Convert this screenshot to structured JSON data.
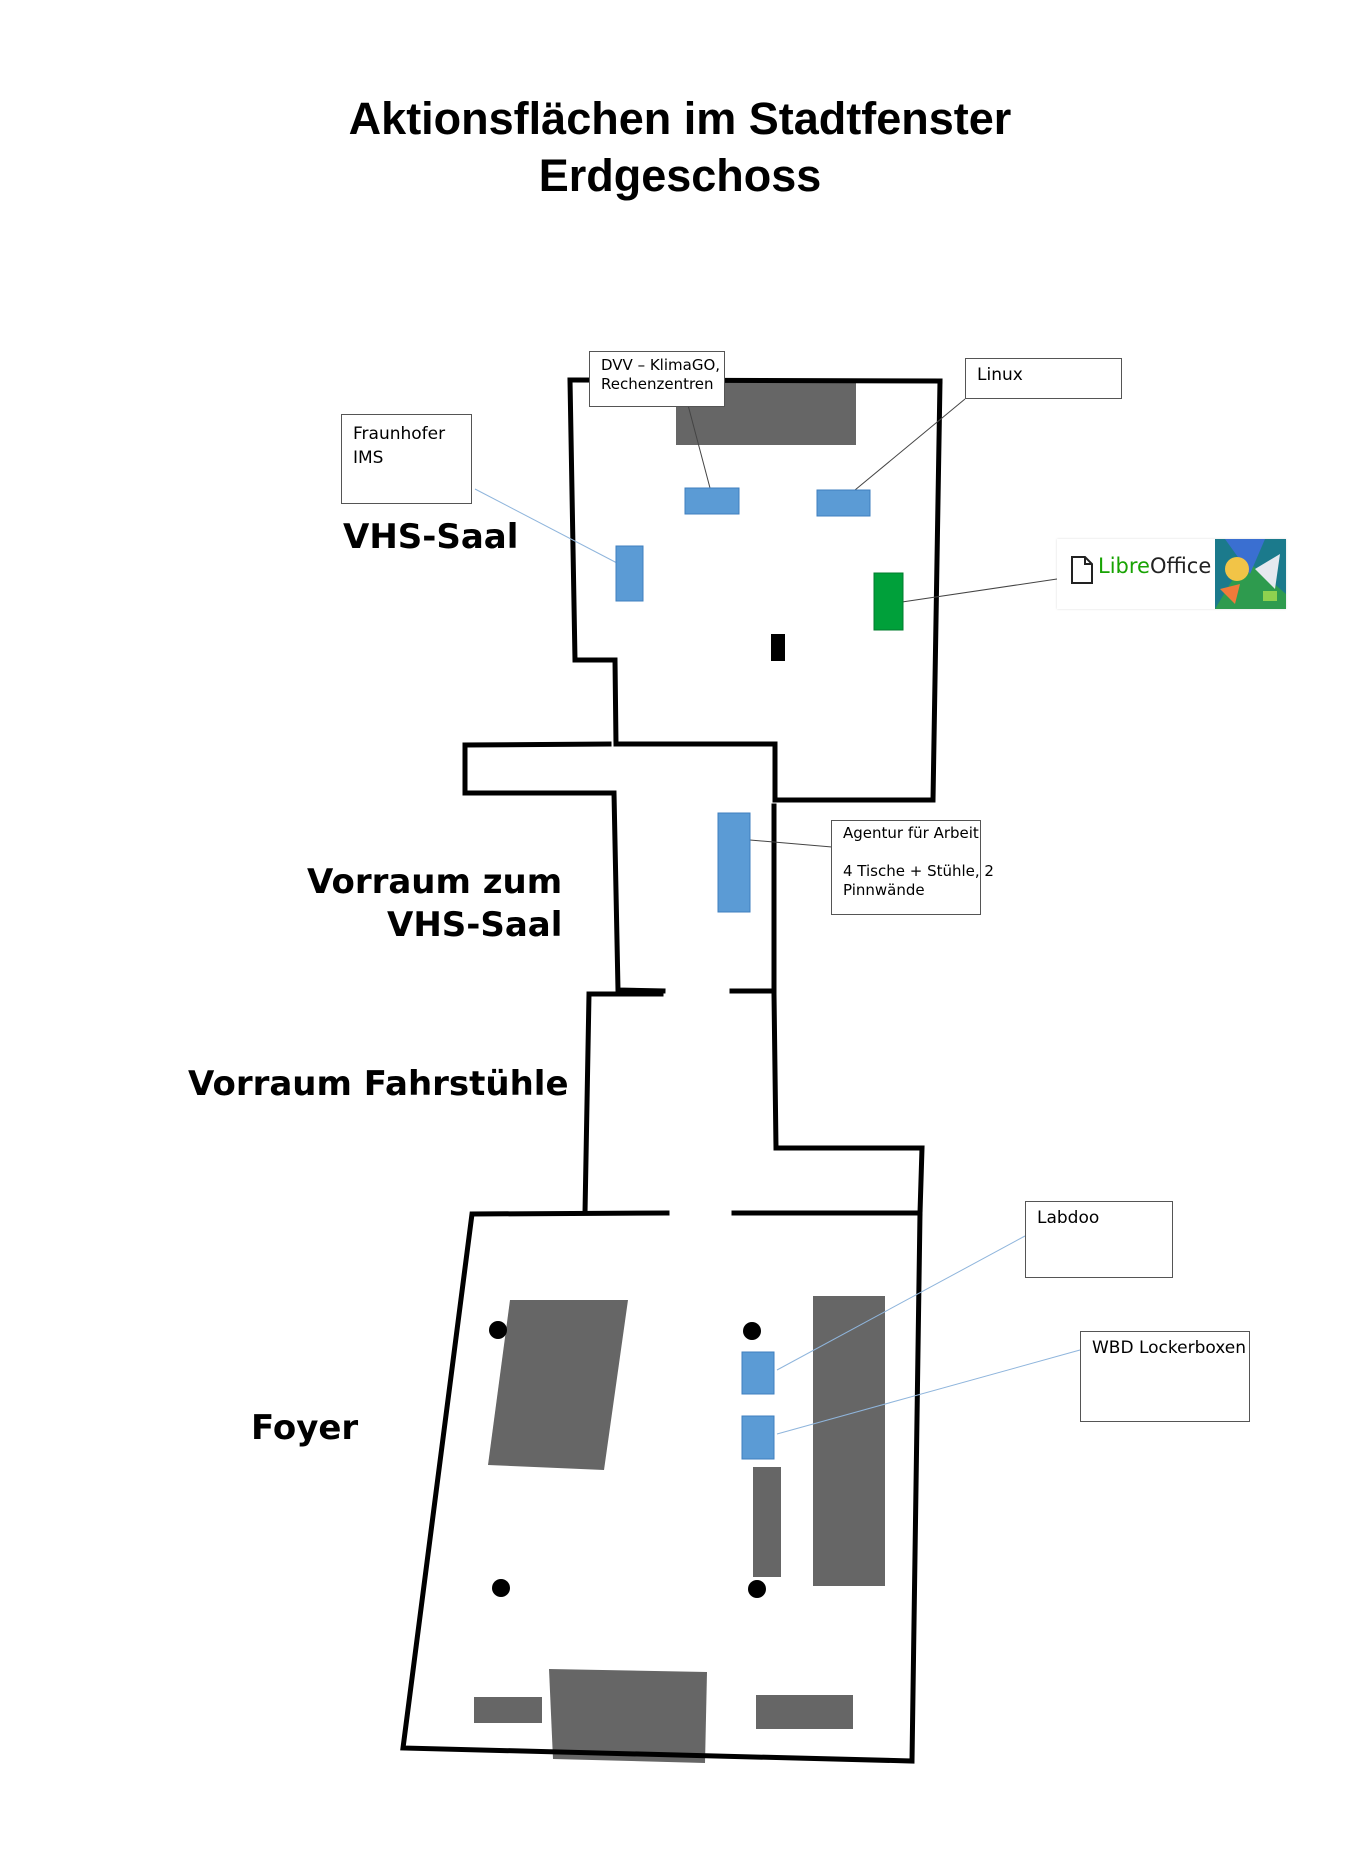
{
  "title": {
    "line1": "Aktionsflächen im Stadtfenster",
    "line2": "Erdgeschoss"
  },
  "rooms": {
    "vhs_saal": "VHS-Saal",
    "vorraum_vhs_line1": "Vorraum zum",
    "vorraum_vhs_line2": "VHS-Saal",
    "vorraum_fahrstuehle": "Vorraum Fahrstühle",
    "foyer": "Foyer"
  },
  "callouts": {
    "dvv": {
      "line1": "DVV – KlimaGO,",
      "line2": "Rechenzentren"
    },
    "linux": {
      "line1": "Linux"
    },
    "fraunhofer": {
      "line1": "Fraunhofer",
      "line2": "IMS"
    },
    "agentur": {
      "line1": "Agentur für Arbeit",
      "line2": "",
      "line3": "4 Tische + Stühle, 2",
      "line4": "Pinnwände"
    },
    "labdoo": {
      "line1": "Labdoo"
    },
    "wbd": {
      "line1": "WBD Lockerboxen"
    }
  },
  "logo": {
    "libre": "Libre",
    "office": "Office"
  },
  "colors": {
    "wall": "#000000",
    "furniture": "#666666",
    "action_area": "#5b9bd5",
    "libreoffice_area": "#00a03a",
    "leader_line_blue": "#8fb5dc",
    "leader_line_dark": "#444444",
    "libreoffice_green": "#18a303"
  },
  "icons": {
    "column": "black-dot",
    "document": "document-icon"
  }
}
